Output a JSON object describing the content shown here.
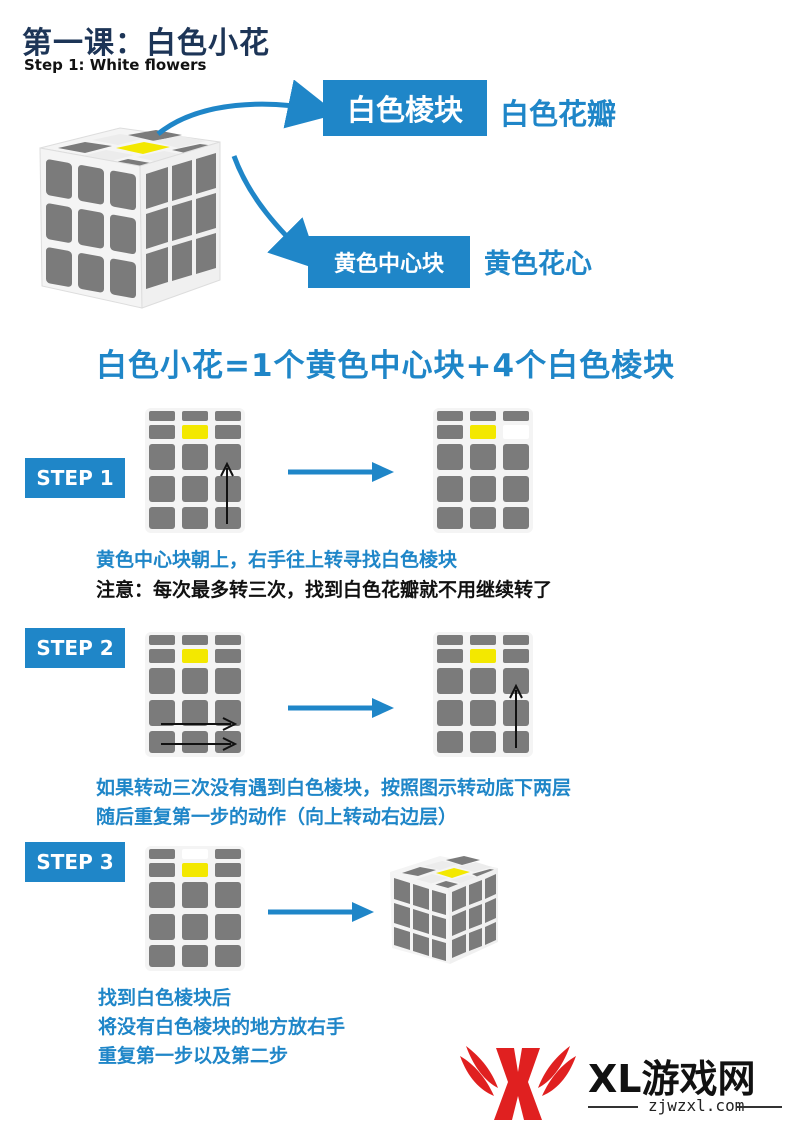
{
  "header": {
    "title_cn": "第一课：白色小花",
    "title_en": "Step 1: White flowers"
  },
  "intro": {
    "tag1_box": "白色棱块",
    "tag1_plain": "白色花瓣",
    "tag2_box": "黄色中心块",
    "tag2_plain": "黄色花心"
  },
  "formula": "白色小花=1个黄色中心块+4个白色棱块",
  "steps": [
    {
      "badge": "STEP 1",
      "lines": [
        "黄色中心块朝上，右手往上转寻找白色棱块"
      ],
      "note": "注意：每次最多转三次，找到白色花瓣就不用继续转了"
    },
    {
      "badge": "STEP 2",
      "lines": [
        "如果转动三次没有遇到白色棱块，按照图示转动底下两层",
        "随后重复第一步的动作（向上转动右边层）"
      ]
    },
    {
      "badge": "STEP 3",
      "lines": [
        "找到白色棱块后",
        "将没有白色棱块的地方放右手",
        "重复第一步以及第二步"
      ]
    }
  ],
  "footer": {
    "logo_text": "XL游戏网",
    "logo_url": "zjwzxl.com"
  },
  "colors": {
    "accent": "#1f86c8",
    "title": "#1d3557",
    "cube_gray": "#7b7b7b",
    "cube_frame": "#f4f4f4",
    "sticker_yellow": "#f3e800",
    "logo_red": "#e02020"
  }
}
